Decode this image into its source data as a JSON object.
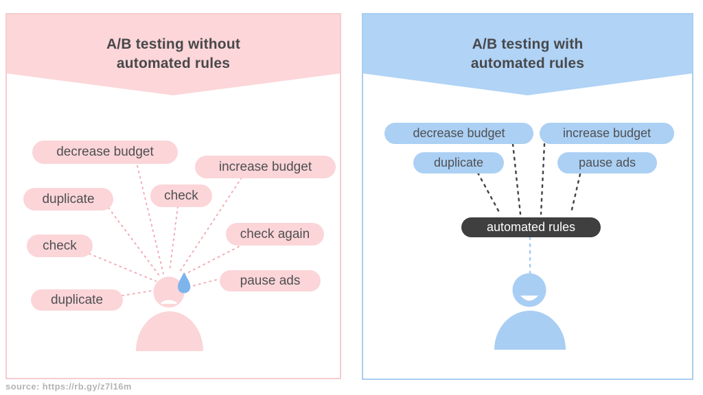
{
  "left_panel": {
    "title_line1": "A/B testing without",
    "title_line2": "automated rules",
    "pills": [
      "decrease budget",
      "increase budget",
      "duplicate",
      "check",
      "check",
      "check again",
      "duplicate",
      "pause ads"
    ],
    "person_icon": "sad-person-with-sweat-drop-icon"
  },
  "right_panel": {
    "title_line1": "A/B testing with",
    "title_line2": "automated rules",
    "pills": [
      "decrease budget",
      "increase budget",
      "duplicate",
      "pause ads"
    ],
    "hub_label": "automated rules",
    "person_icon": "happy-person-icon"
  },
  "footer": {
    "source_text": "source: https://rb.gy/z7l16m"
  },
  "colors": {
    "pink_fill": "#fbd5d8",
    "pink_header": "#fcd6d8",
    "pink_border": "#f6cbcf",
    "pink_dash": "#f3acb6",
    "blue_fill": "#abd0f4",
    "blue_header": "#b0d3f6",
    "blue_border": "#a9cdf1",
    "blue_dash": "#a5cbf0",
    "dark_pill": "#3f3f3f",
    "dark_dash": "#454545",
    "tear_blue": "#7db4ec",
    "heading_text": "#48484b",
    "pill_text": "#4f4f52",
    "source_gray": "#b3b3b5"
  }
}
